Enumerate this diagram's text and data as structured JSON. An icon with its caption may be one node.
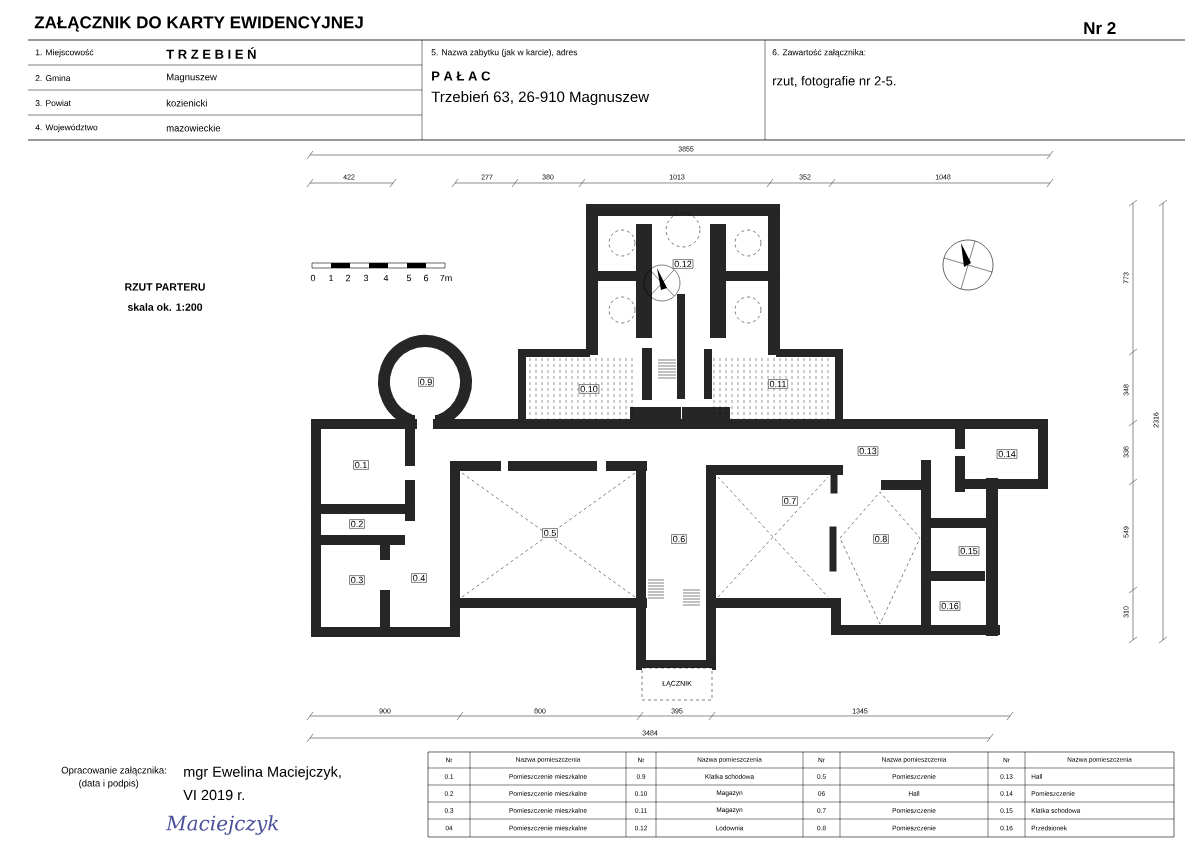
{
  "diagram": {
    "title": "ZAŁĄCZNIK DO KARTY EWIDENCYJNEJ",
    "nodes": [
      {
        "text": [
          "0.12"
        ]
      },
      {
        "text": [
          "0.9"
        ]
      },
      {
        "text": [
          "0.11"
        ]
      },
      {
        "text": [
          "0.10"
        ]
      },
      {
        "text": [
          "0.13"
        ]
      },
      {
        "text": [
          "0.14"
        ]
      },
      {
        "text": [
          "0.1"
        ]
      },
      {
        "text": [
          "0.7"
        ]
      },
      {
        "text": [
          "0.2"
        ]
      },
      {
        "text": [
          "0.5"
        ]
      },
      {
        "text": [
          "0.6"
        ]
      },
      {
        "text": [
          "0.8"
        ]
      },
      {
        "text": [
          "0.15"
        ]
      },
      {
        "text": [
          "0.4"
        ]
      },
      {
        "text": [
          "0.3"
        ]
      },
      {
        "text": [
          "0.16"
        ]
      },
      {
        "text": [
          "ŁĄCZNIK"
        ]
      }
    ],
    "labels": [
      "Nr 2",
      "1. Miejscowość",
      "T R Z E B I E Ń",
      "5. Nazwa zabytku (jak w karcie), adres",
      "6. Zawartość załącznika:",
      "2. Gmina",
      "Magnuszew",
      "P A Ł A C",
      "rzut, fotografie nr 2-5.",
      "Trzebień 63, 26-910 Magnuszew",
      "3. Powiat",
      "kozienicki",
      "4. Województwo",
      "mazowieckie",
      "3855",
      "422",
      "277",
      "380",
      "1013",
      "352",
      "1048",
      "0",
      "1",
      "2",
      "3",
      "4",
      "5",
      "6",
      "7m",
      "RZUT PARTERU",
      "skala ok. 1:200",
      "773",
      "348",
      "336",
      "2316",
      "549",
      "310",
      "900",
      "800",
      "395",
      "1345",
      "3484",
      "Opracowanie załącznika:",
      "mgr Ewelina Maciejczyk,",
      "(data i podpis)",
      "VI 2019 r.",
      "Nr",
      "Nazwa pomieszczenia",
      "Nr",
      "Nazwa pomieszczenia",
      "Nr",
      "Nazwa pomieszczenia",
      "Nr",
      "Nazwa pomieszczenia",
      "0.1",
      "Pomieszczenie mieszkalne",
      "0.9",
      "Klatka schodowa",
      "0.5",
      "Pomieszczenie",
      "0.13",
      "Hall",
      "0.2",
      "Pomieszczenie mieszkalne",
      "0.10",
      "Magazyn",
      "06",
      "Hall",
      "0.14",
      "Pomieszczenie",
      "0.3",
      "Pomieszczenie mieszkalne",
      "0.11",
      "Magazyn",
      "0.7",
      "Pomieszczenie",
      "0.15",
      "Klatka schodowa",
      "04",
      "Pomieszczenie mieszkalne",
      "0.12",
      "Lodownia",
      "0.8",
      "Pomieszczenie",
      "0.16",
      "Przedsionek",
      "Maciejczyk"
    ]
  }
}
